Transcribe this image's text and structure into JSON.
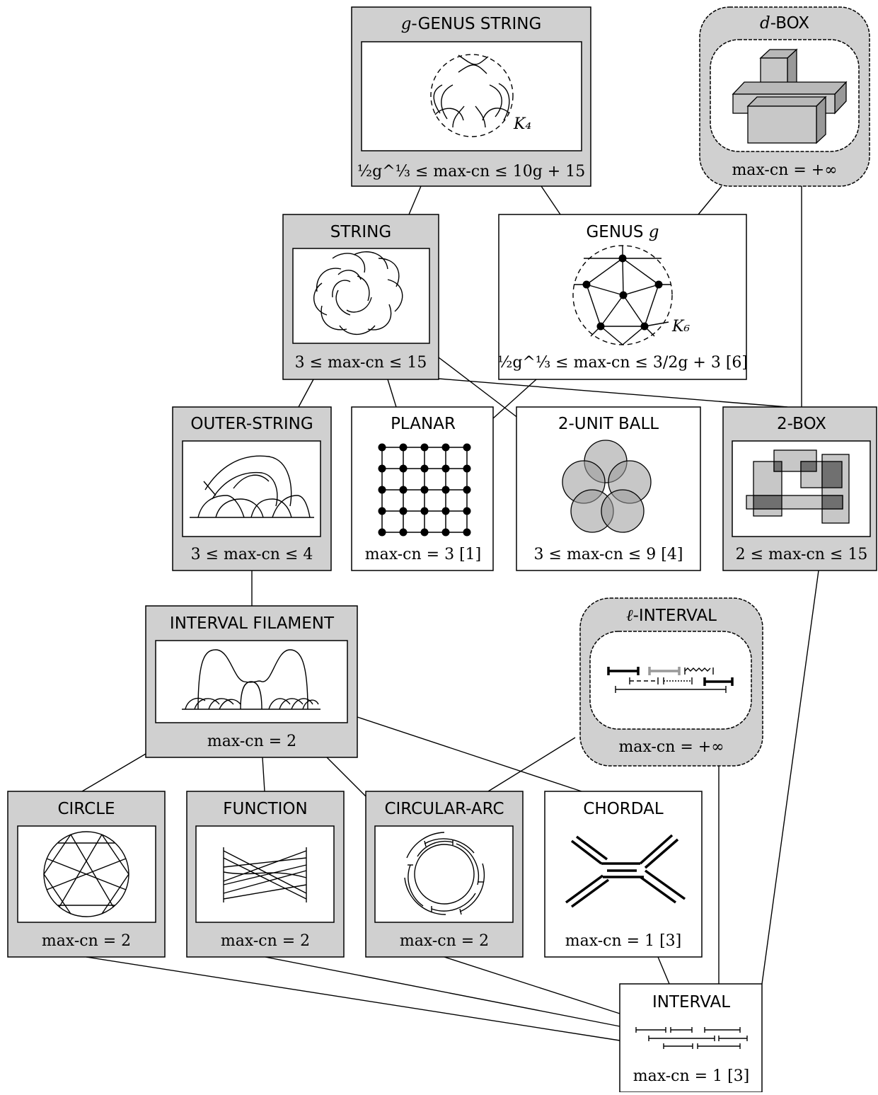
{
  "nodes": {
    "genus_string": {
      "title_var": "g",
      "title_rest": "-GENUS STRING",
      "bound": "½g^⅓ ≤ max-cn ≤ 10g + 15",
      "label": "K₄"
    },
    "d_box": {
      "title_var": "d",
      "title_rest": "-BOX",
      "bound": "max-cn = +∞"
    },
    "string": {
      "title": "STRING",
      "bound": "3 ≤ max-cn ≤ 15"
    },
    "genus": {
      "title": "GENUS",
      "title_var": "g",
      "bound": "½g^⅓ ≤ max-cn ≤ 3/2g + 3 [6]",
      "label": "K₆"
    },
    "outer_string": {
      "title": "OUTER-STRING",
      "bound": "3 ≤ max-cn ≤ 4"
    },
    "planar": {
      "title": "PLANAR",
      "bound": "max-cn = 3 [1]"
    },
    "unit_ball": {
      "title": "2-UNIT BALL",
      "bound": "3 ≤ max-cn ≤ 9 [4]"
    },
    "two_box": {
      "title": "2-BOX",
      "bound": "2 ≤ max-cn ≤ 15"
    },
    "interval_filament": {
      "title": "INTERVAL FILAMENT",
      "bound": "max-cn = 2"
    },
    "l_interval": {
      "title_var": "ℓ",
      "title_rest": "-INTERVAL",
      "bound": "max-cn = +∞"
    },
    "circle": {
      "title": "CIRCLE",
      "bound": "max-cn = 2"
    },
    "function": {
      "title": "FUNCTION",
      "bound": "max-cn = 2"
    },
    "circular_arc": {
      "title": "CIRCULAR-ARC",
      "bound": "max-cn = 2"
    },
    "chordal": {
      "title": "CHORDAL",
      "bound": "max-cn = 1 [3]"
    },
    "interval": {
      "title": "INTERVAL",
      "bound": "max-cn = 1 [3]"
    }
  },
  "edges": [
    [
      "genus_string",
      "string"
    ],
    [
      "genus_string",
      "genus"
    ],
    [
      "d_box",
      "genus"
    ],
    [
      "d_box",
      "two_box"
    ],
    [
      "string",
      "outer_string"
    ],
    [
      "string",
      "planar"
    ],
    [
      "string",
      "unit_ball"
    ],
    [
      "string",
      "two_box"
    ],
    [
      "genus",
      "planar"
    ],
    [
      "outer_string",
      "interval_filament"
    ],
    [
      "two_box",
      "interval"
    ],
    [
      "interval_filament",
      "circle"
    ],
    [
      "interval_filament",
      "function"
    ],
    [
      "interval_filament",
      "circular_arc"
    ],
    [
      "interval_filament",
      "chordal"
    ],
    [
      "l_interval",
      "circular_arc"
    ],
    [
      "l_interval",
      "interval"
    ],
    [
      "circle",
      "interval"
    ],
    [
      "function",
      "interval"
    ],
    [
      "circular_arc",
      "interval"
    ],
    [
      "chordal",
      "interval"
    ]
  ],
  "colors": {
    "shaded_box": "#d0d0d0",
    "panel": "#ffffff",
    "stroke": "#000000",
    "dark_fill": "#707070",
    "light_fill": "#bdbdbd"
  }
}
